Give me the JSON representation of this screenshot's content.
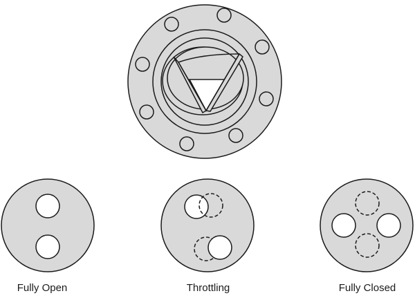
{
  "colors": {
    "fill": "#d9d9d9",
    "stroke": "#1a1a1a",
    "background": "#ffffff"
  },
  "states": [
    {
      "label": "Fully Open"
    },
    {
      "label": "Throttling"
    },
    {
      "label": "Fully Closed"
    }
  ]
}
